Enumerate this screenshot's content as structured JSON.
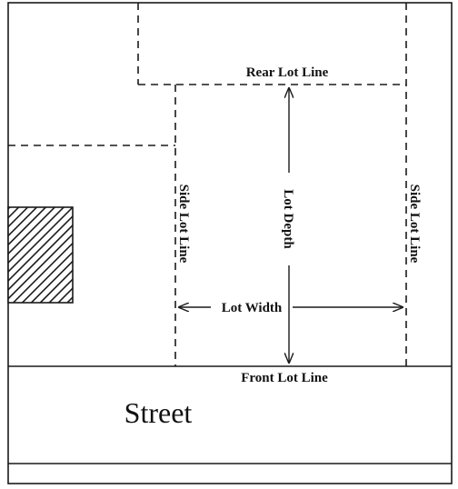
{
  "labels": {
    "rear_lot_line": "Rear Lot Line",
    "side_lot_line_left": "Side Lot Line",
    "side_lot_line_right": "Side Lot Line",
    "lot_depth": "Lot Depth",
    "lot_width": "Lot Width",
    "front_lot_line": "Front Lot Line",
    "street": "Street"
  },
  "colors": {
    "line": "#1a1a1a",
    "background": "#ffffff"
  }
}
